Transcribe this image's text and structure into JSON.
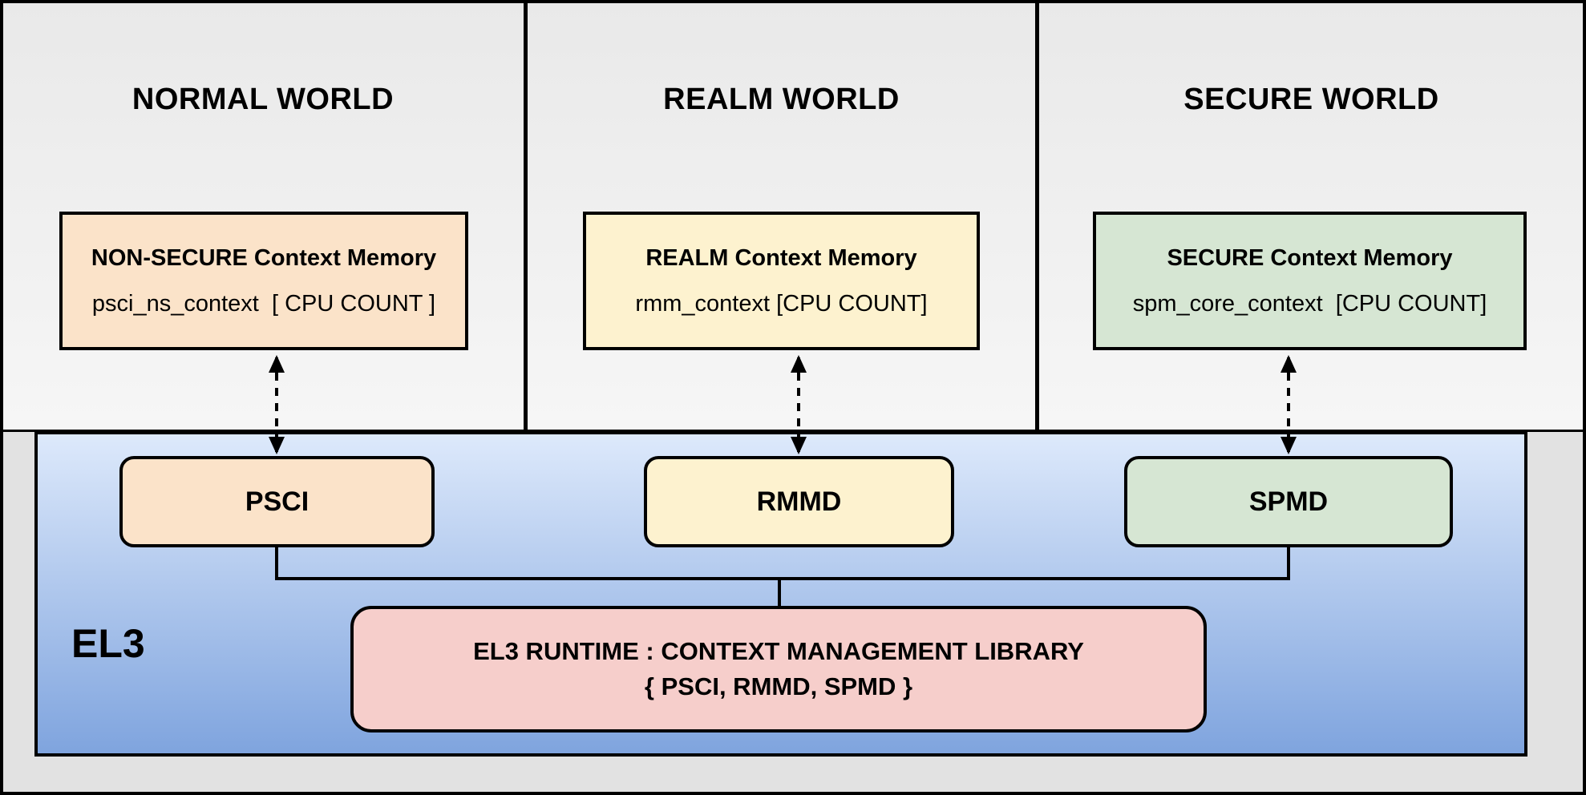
{
  "diagram": {
    "worlds": [
      {
        "title": "NORMAL WORLD",
        "memory": {
          "title": "NON-SECURE Context Memory",
          "detail": "psci_ns_context  [ CPU COUNT ]"
        },
        "color": "#fbe3c9"
      },
      {
        "title": "REALM WORLD",
        "memory": {
          "title": "REALM Context Memory",
          "detail": "rmm_context [CPU COUNT]"
        },
        "color": "#fdf2cf"
      },
      {
        "title": "SECURE WORLD",
        "memory": {
          "title": "SECURE Context Memory",
          "detail": "spm_core_context  [CPU COUNT]"
        },
        "color": "#d6e6d3"
      }
    ],
    "el3": {
      "label": "EL3",
      "background_gradient": [
        "#dde9fb",
        "#7fa4de"
      ],
      "dispatchers": [
        {
          "label": "PSCI",
          "color": "#fbe3c9"
        },
        {
          "label": "RMMD",
          "color": "#fdf2cf"
        },
        {
          "label": "SPMD",
          "color": "#d6e6d3"
        }
      ],
      "runtime": {
        "line1": "EL3 RUNTIME : CONTEXT MANAGEMENT LIBRARY",
        "line2": "{ PSCI, RMMD, SPMD }",
        "color": "#f6cecb"
      }
    }
  }
}
